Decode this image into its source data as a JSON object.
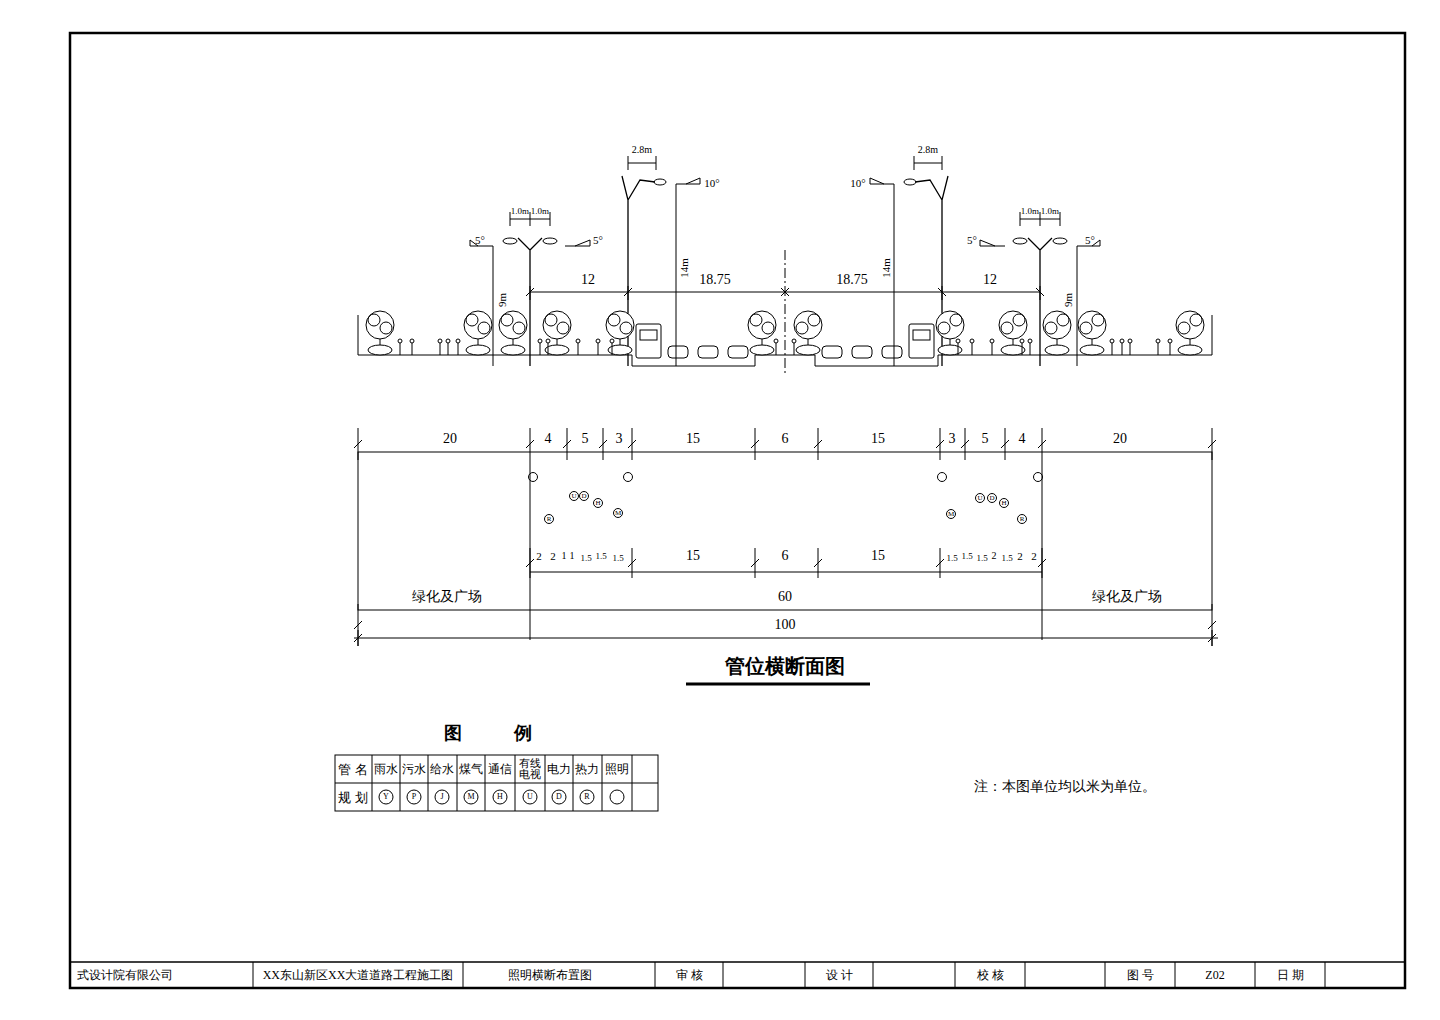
{
  "diagram": {
    "title": "管位横断面图",
    "labels": [
      "2.8m",
      "2.8m",
      "10°",
      "10°",
      "14m",
      "14m",
      "1.0m",
      "1.0m",
      "1.0m",
      "1.0m",
      "5°",
      "5°",
      "5°",
      "5°",
      "9m",
      "9m",
      "12",
      "18.75",
      "18.75",
      "12",
      "20",
      "4",
      "5",
      "3",
      "15",
      "6",
      "15",
      "3",
      "5",
      "4",
      "20",
      "2",
      "2",
      "1",
      "1",
      "1.5",
      "1.5",
      "1.5",
      "15",
      "6",
      "15",
      "1.5",
      "1.5",
      "1.5",
      "2",
      "1.5",
      "2",
      "2",
      "绿化及广场",
      "60",
      "绿化及广场",
      "100",
      "图 例",
      "管 名",
      "规 划",
      "Y",
      "P",
      "J",
      "M",
      "H",
      "U",
      "D",
      "R",
      "注：本图单位均以米为单位。",
      "式设计院有限公司",
      "XX东山新区XX大道道路工程施工图",
      "照明横断布置图",
      "审 核",
      "设 计",
      "校 核",
      "图 号",
      "Z02",
      "日 期",
      "U",
      "D",
      "H",
      "R",
      "M",
      "M",
      "U",
      "D",
      "H",
      "R"
    ],
    "legend": [
      {
        "text": "雨水"
      },
      {
        "text": "污水"
      },
      {
        "text": "给水"
      },
      {
        "text": "煤气"
      },
      {
        "text": "通信"
      },
      {
        "text": "有线电视"
      },
      {
        "text": "电力"
      },
      {
        "text": "热力"
      },
      {
        "text": "照明"
      }
    ]
  }
}
